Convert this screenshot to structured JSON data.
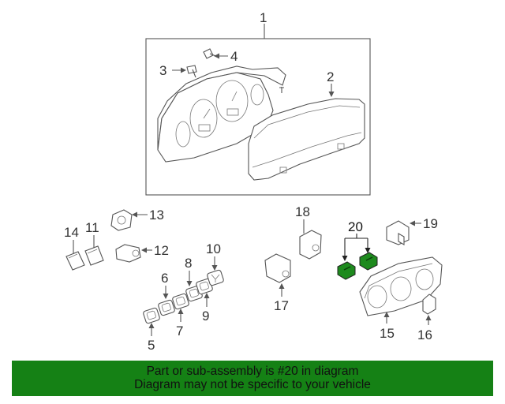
{
  "diagram": {
    "callouts": [
      "1",
      "2",
      "3",
      "4",
      "5",
      "6",
      "7",
      "8",
      "9",
      "10",
      "11",
      "12",
      "13",
      "14",
      "15",
      "16",
      "17",
      "18",
      "19",
      "20"
    ],
    "highlight_color": "#1e8a1e"
  },
  "footer": {
    "line1": "Part or sub-assembly is #20 in diagram",
    "line2": "Diagram may not be specific to your vehicle",
    "bg_color": "#158115"
  }
}
